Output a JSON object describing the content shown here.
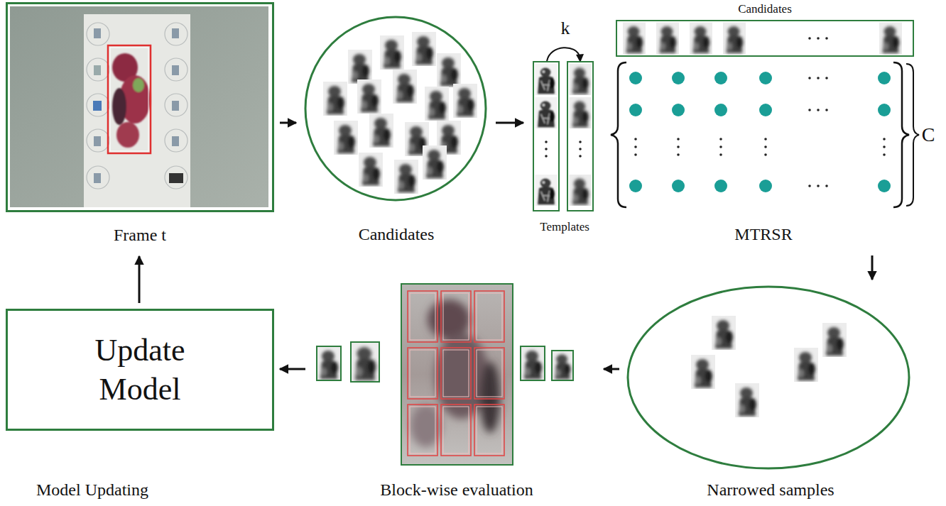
{
  "diagram": {
    "nodes": [
      {
        "text": [
          "Frame t"
        ]
      },
      {
        "text": [
          "Candidates"
        ]
      },
      {
        "text": [
          "MTRSR"
        ]
      },
      {
        "text": [
          "Templates"
        ],
        "in": 2
      },
      {
        "text": [
          "Candidates"
        ],
        "in": 2
      },
      {
        "text": [
          "Narrowed samples"
        ]
      },
      {
        "text": [
          "Block-wise evaluation"
        ]
      },
      {
        "text": [
          "Update Model"
        ]
      }
    ],
    "edges": [
      {
        "from": 0,
        "to": 1,
        "arrow": "to"
      },
      {
        "from": 1,
        "to": 2,
        "arrow": "to"
      },
      {
        "from": 2,
        "to": 5,
        "arrow": "to"
      },
      {
        "from": 5,
        "to": 6,
        "arrow": "to"
      },
      {
        "from": 6,
        "to": 7,
        "arrow": "to"
      },
      {
        "from": 7,
        "to": 0,
        "arrow": "to"
      }
    ],
    "labels": [
      "k",
      "C",
      "Model Updating"
    ]
  }
}
